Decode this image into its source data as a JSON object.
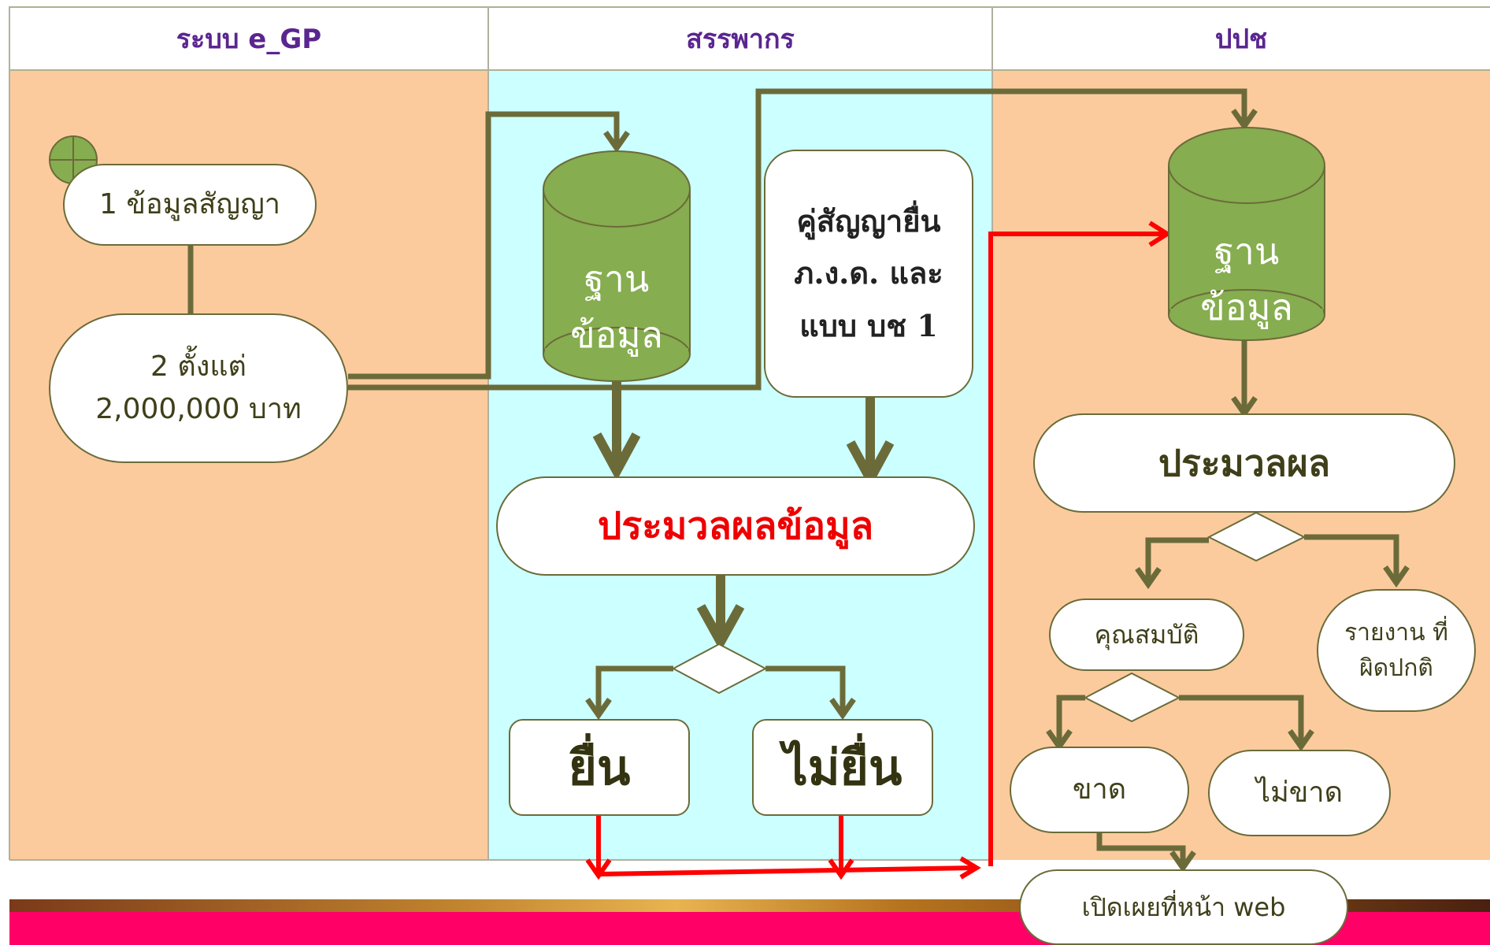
{
  "lanes": [
    {
      "title": "ระบบ e_GP",
      "fill": "#fccb9d"
    },
    {
      "title": "สรรพากร",
      "fill": "#ccffff"
    },
    {
      "title": "ปปช",
      "fill": "#fccb9d"
    }
  ],
  "colors": {
    "flow": "#6b6b3a",
    "highlight": "#ff0000",
    "database": "#86ad4f",
    "node_border": "#6b6b3a",
    "header_text": "#5b2590",
    "banner": "#ff0066"
  },
  "egp": {
    "contract": "1 ข้อมูลสัญญา",
    "threshold": "2 ตั้งแต่\n2,000,000 บาท"
  },
  "revenue": {
    "database": "ฐาน\nข้อมูล",
    "party_filing": "คู่สัญญายื่น\nภ.ง.ด. และ\nแบบ บช 1",
    "process": "ประมวลผลข้อมูล",
    "filed": "ยื่น",
    "not_filed": "ไม่ยื่น"
  },
  "nacc": {
    "database": "ฐาน\nข้อมูล",
    "process": "ประมวลผล",
    "qualified": "คุณสมบัติ",
    "abnormal_report": "รายงาน ที่\nผิดปกติ",
    "disqualified": "ขาด",
    "not_disqualified": "ไม่ขาด"
  },
  "publish": "เปิดเผยที่หน้า web"
}
